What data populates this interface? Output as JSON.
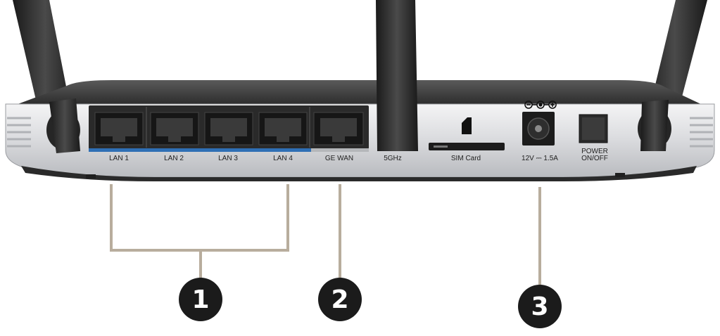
{
  "ports": {
    "lan1": "LAN 1",
    "lan2": "LAN 2",
    "lan3": "LAN 3",
    "lan4": "LAN 4",
    "wan": "GE WAN",
    "antenna_5ghz": "5GHz",
    "sim": "SIM Card",
    "power_rating": "12V ⎓ 1.5A",
    "power_button_line1": "POWER",
    "power_button_line2": "ON/OFF"
  },
  "callouts": [
    "1",
    "2",
    "3"
  ],
  "colors": {
    "body_dark": "#2a2a2a",
    "body_silver": "#d9dadc",
    "lan_accent": "#2f6fb5",
    "leader_line": "#b8ad9d",
    "callout_fill": "#1b1b1b"
  }
}
